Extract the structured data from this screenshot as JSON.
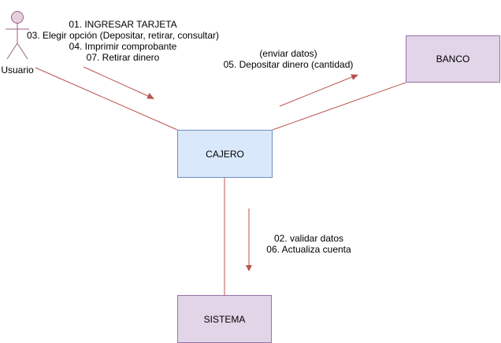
{
  "colors": {
    "actor_fill": "#e6d0de",
    "actor_stroke": "#996185",
    "link_stroke": "#b85450",
    "cajero_fill": "#dae8fc",
    "cajero_stroke": "#6c8ebf",
    "purple_fill": "#e1d5e7",
    "purple_stroke": "#9673a6"
  },
  "actor": {
    "icon": "stick-figure-icon",
    "label": "Usuario"
  },
  "nodes": {
    "cajero": "CAJERO",
    "banco": "BANCO",
    "sistema": "SISTEMA"
  },
  "messages": {
    "user_to_cajero": [
      "01. INGRESAR TARJETA",
      "03. Elegir opción (Depositar, retirar, consultar)",
      "04. Imprimir comprobante",
      "07. Retirar dinero"
    ],
    "cajero_to_banco": [
      "(enviar datos)",
      "05. Depositar dinero (cantidad)"
    ],
    "cajero_to_sistema": [
      "02. validar datos",
      "06. Actualiza cuenta"
    ]
  }
}
